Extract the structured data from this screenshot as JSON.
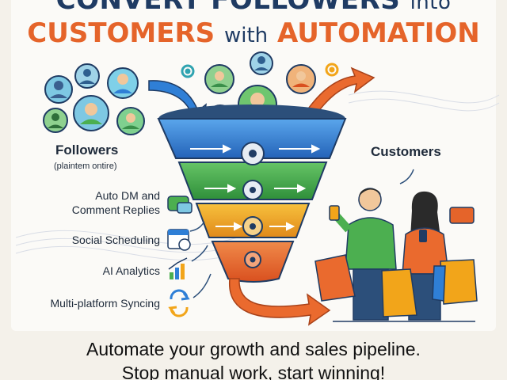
{
  "header": {
    "line1_main": "CONVERT FOLLOWERS",
    "line1_small": "into",
    "line2_a": "CUSTOMERS",
    "line2_mid": "with",
    "line2_b": "AUTOMATION"
  },
  "followers": {
    "title": "Followers",
    "subtitle": "(plaintem ontire)"
  },
  "customers": {
    "title": "Customers"
  },
  "features": [
    {
      "line1": "Auto DM and",
      "line2": "Comment Replies",
      "icon": "chat-bubbles-icon"
    },
    {
      "line1": "Social Scheduling",
      "icon": "calendar-icon"
    },
    {
      "line1": "AI Analytics",
      "icon": "bar-chart-icon"
    },
    {
      "line1": "Multi-platform Syncing",
      "icon": "sync-icon"
    }
  ],
  "footer": {
    "line1": "Automate your growth and sales pipeline.",
    "line2": "Stop manual work, start winning!"
  },
  "colors": {
    "navy": "#1f3b63",
    "orange": "#e5642a",
    "funnel_blue": "#2f7fd6",
    "funnel_green": "#4caf50",
    "funnel_yellow": "#f2a51a",
    "funnel_orange": "#ea6a2e"
  }
}
